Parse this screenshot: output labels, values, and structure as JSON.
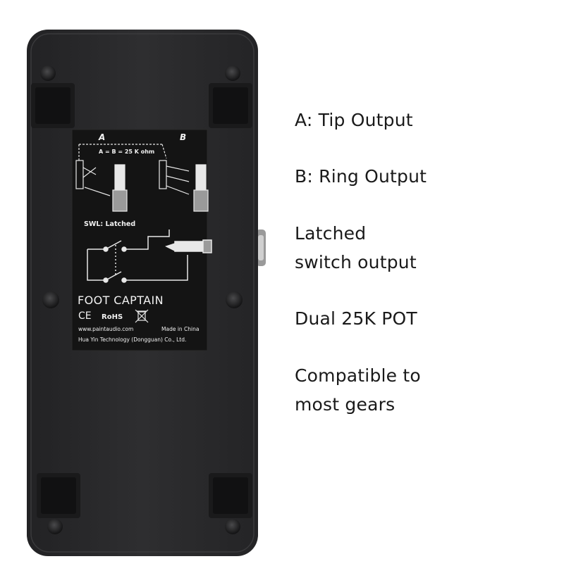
{
  "features": [
    {
      "lines": [
        "A: Tip Output"
      ]
    },
    {
      "lines": [
        "B: Ring Output"
      ]
    },
    {
      "lines": [
        "Latched",
        "switch output"
      ]
    },
    {
      "lines": [
        "Dual 25K POT"
      ]
    },
    {
      "lines": [
        "Compatible to",
        "most gears"
      ]
    }
  ],
  "label": {
    "a": "A",
    "b": "B",
    "ab_value": "A = B = 25 K ohm",
    "swl": "SWL: Latched",
    "brand": "FOOT CAPTAIN",
    "ce": "CE",
    "rohs": "RoHS",
    "website": "www.paintaudio.com",
    "made_in": "Made in China",
    "company": "Hua Yin Technology (Dongguan) Co., Ltd."
  },
  "colors": {
    "pedal_body": "#2c2c2e",
    "label_panel": "#141414",
    "label_text": "#f2f2f2",
    "jack_metal": "#b8ad94",
    "feature_text": "#1a1a1a"
  }
}
